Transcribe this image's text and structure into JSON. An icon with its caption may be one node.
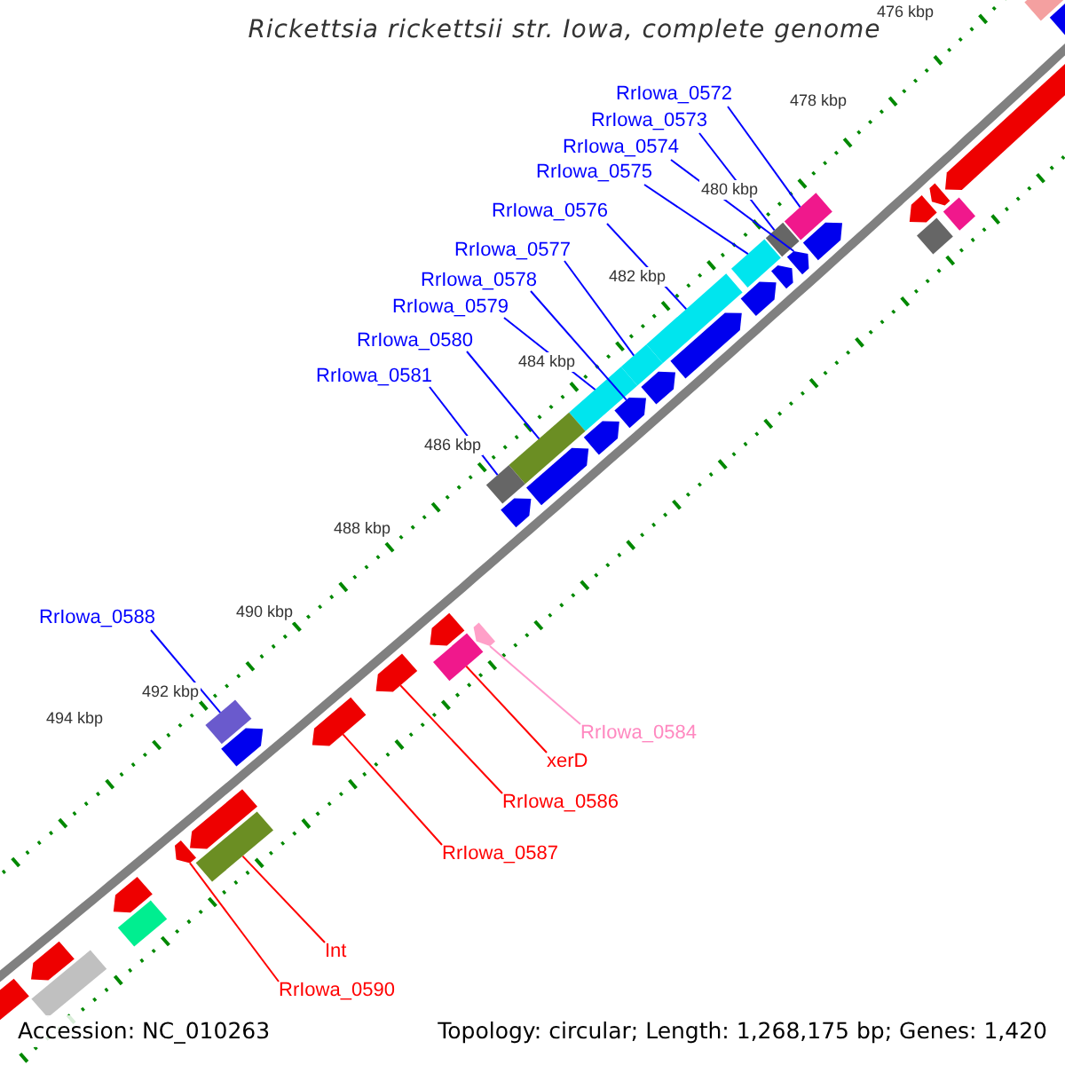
{
  "diagram": {
    "title": "Rickettsia rickettsii str. Iowa, complete genome",
    "nodes": [
      {
        "text": [
          "RrIowa_0572"
        ]
      },
      {
        "text": [
          "RrIowa_0573"
        ]
      },
      {
        "text": [
          "RrIowa_0574"
        ]
      },
      {
        "text": [
          "RrIowa_0575"
        ]
      },
      {
        "text": [
          "RrIowa_0576"
        ]
      },
      {
        "text": [
          "RrIowa_0577"
        ]
      },
      {
        "text": [
          "RrIowa_0578"
        ]
      },
      {
        "text": [
          "RrIowa_0579"
        ]
      },
      {
        "text": [
          "RrIowa_0580"
        ]
      },
      {
        "text": [
          "RrIowa_0581"
        ]
      },
      {
        "text": [
          "RrIowa_0588"
        ]
      },
      {
        "text": [
          "RrIowa_0584"
        ]
      },
      {
        "text": [
          "xerD"
        ]
      },
      {
        "text": [
          "RrIowa_0586"
        ]
      },
      {
        "text": [
          "RrIowa_0587"
        ]
      },
      {
        "text": [
          "Int"
        ]
      },
      {
        "text": [
          "RrIowa_0590"
        ]
      },
      {
        "text": [],
        "shape": "bar"
      },
      {
        "text": [],
        "shape": "bar"
      },
      {
        "text": [],
        "shape": "bar"
      },
      {
        "text": [],
        "shape": "bar"
      },
      {
        "text": [],
        "shape": "bar"
      },
      {
        "text": [],
        "shape": "bar"
      },
      {
        "text": [],
        "shape": "bar"
      },
      {
        "text": [],
        "shape": "bar"
      },
      {
        "text": [],
        "shape": "bar"
      },
      {
        "text": [],
        "shape": "bar"
      },
      {
        "text": [],
        "shape": "bar"
      },
      {
        "text": [],
        "shape": "bar"
      },
      {
        "text": [],
        "shape": "bar"
      },
      {
        "text": [],
        "shape": "bar"
      },
      {
        "text": [],
        "shape": "bar"
      },
      {
        "text": [],
        "shape": "bar"
      },
      {
        "text": [],
        "shape": "bar"
      },
      {
        "text": [],
        "shape": "bar"
      },
      {
        "text": [],
        "shape": "bar"
      },
      {
        "text": [],
        "shape": "bar"
      },
      {
        "text": [],
        "shape": "bar"
      },
      {
        "text": [],
        "shape": "bar"
      },
      {
        "text": [],
        "shape": "bar"
      },
      {
        "text": [],
        "shape": "bar"
      },
      {
        "text": [],
        "shape": "bar"
      },
      {
        "text": [],
        "shape": "bar"
      },
      {
        "text": [],
        "shape": "bar"
      },
      {
        "text": [],
        "shape": "bar"
      },
      {
        "text": [],
        "shape": "bar"
      },
      {
        "text": [],
        "shape": "bar"
      },
      {
        "text": [],
        "shape": "bar"
      },
      {
        "text": [],
        "shape": "bar"
      },
      {
        "text": [],
        "shape": "bar"
      },
      {
        "text": [],
        "shape": "bar"
      },
      {
        "text": [],
        "shape": "bar"
      },
      {
        "text": [],
        "shape": "bar"
      },
      {
        "text": [],
        "shape": "bar"
      },
      {
        "text": [],
        "shape": "bar"
      },
      {
        "text": [],
        "shape": "bar"
      },
      {
        "text": [],
        "shape": "bar"
      }
    ],
    "edges": [
      {
        "from": 0,
        "to": 17,
        "arrow": "none"
      },
      {
        "from": 1,
        "to": 18,
        "arrow": "none"
      },
      {
        "from": 2,
        "to": 19,
        "arrow": "none"
      },
      {
        "from": 3,
        "to": 20,
        "arrow": "none"
      },
      {
        "from": 4,
        "to": 21,
        "arrow": "none"
      },
      {
        "from": 5,
        "to": 22,
        "arrow": "none"
      },
      {
        "from": 6,
        "to": 23,
        "arrow": "none"
      },
      {
        "from": 7,
        "to": 24,
        "arrow": "none"
      },
      {
        "from": 8,
        "to": 25,
        "arrow": "none"
      },
      {
        "from": 9,
        "to": 26,
        "arrow": "none"
      },
      {
        "from": 10,
        "to": 27,
        "arrow": "none"
      },
      {
        "from": 11,
        "to": 28,
        "arrow": "none",
        "color": "#ff99cc"
      },
      {
        "from": 12,
        "to": 29,
        "arrow": "none",
        "color": "#ff0000"
      },
      {
        "from": 13,
        "to": 30,
        "arrow": "none",
        "color": "#ff0000"
      },
      {
        "from": 14,
        "to": 31,
        "arrow": "none",
        "color": "#ff0000"
      },
      {
        "from": 15,
        "to": 32,
        "arrow": "none",
        "color": "#ff0000"
      },
      {
        "from": 16,
        "to": 33,
        "arrow": "none",
        "color": "#ff0000"
      }
    ],
    "labels": [
      "476 kbp",
      "478 kbp",
      "480 kbp",
      "482 kbp",
      "484 kbp",
      "486 kbp",
      "488 kbp",
      "490 kbp",
      "492 kbp",
      "494 kbp",
      "Accession: NC_010263",
      "Topology: circular; Length: 1,268,175 bp; Genes: 1,420"
    ]
  }
}
